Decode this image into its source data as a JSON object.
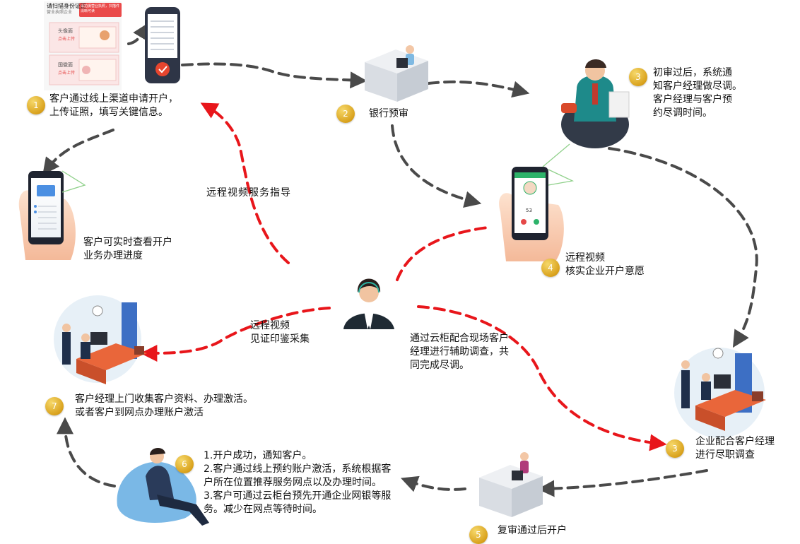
{
  "steps": [
    {
      "num": "1",
      "text": "客户通过线上渠道申请开户，\n上传证照，填写关键信息。"
    },
    {
      "num": "2",
      "text": "银行预审"
    },
    {
      "num": "3",
      "text": "初审过后，系统通\n知客户经理做尽调。\n客户经理与客户预\n约尽调时间。"
    },
    {
      "num": "4",
      "text": "远程视频\n核实企业开户意愿"
    },
    {
      "num": "3",
      "text": "企业配合客户经理\n进行尽职调查"
    },
    {
      "num": "5",
      "text": "复审通过后开户"
    },
    {
      "num": "6",
      "text": "1.开户成功，通知客户。\n2.客户通过线上预约账户激活，系统根据客\n户所在位置推荐服务网点以及办理时间。\n3.客户可通过云柜台预先开通企业网银等服\n务。减少在网点等待时间。"
    },
    {
      "num": "7",
      "text": "客户经理上门收集客户资料、办理激活。\n或者客户到网点办理账户激活"
    }
  ],
  "notes": {
    "progress": "客户可实时查看开户\n业务办理进度",
    "remote_guide": "远程视频服务指导",
    "seal": "远程视频\n见证印鉴采集",
    "cloud_assist": "通过云柜配合现场客户\n经理进行辅助调查，共\n同完成尽调。"
  },
  "upload_form": {
    "title": "请扫描身份证正",
    "subtitle": "营业执照企业",
    "front_label": "头像面",
    "back_label": "国徽面",
    "upload_hint": "点击上传",
    "tooltip": "请拍摄营业执照，扫描件清晰可读"
  },
  "phone_call": {
    "amount": "53"
  },
  "colors": {
    "gray_arrow": "#4a4a4a",
    "red_arrow": "#e8161b",
    "badge": "#e0aa25",
    "sofa": "#7ab8e6",
    "desk": "#e9663a",
    "cabinet": "#3d6fc4"
  }
}
